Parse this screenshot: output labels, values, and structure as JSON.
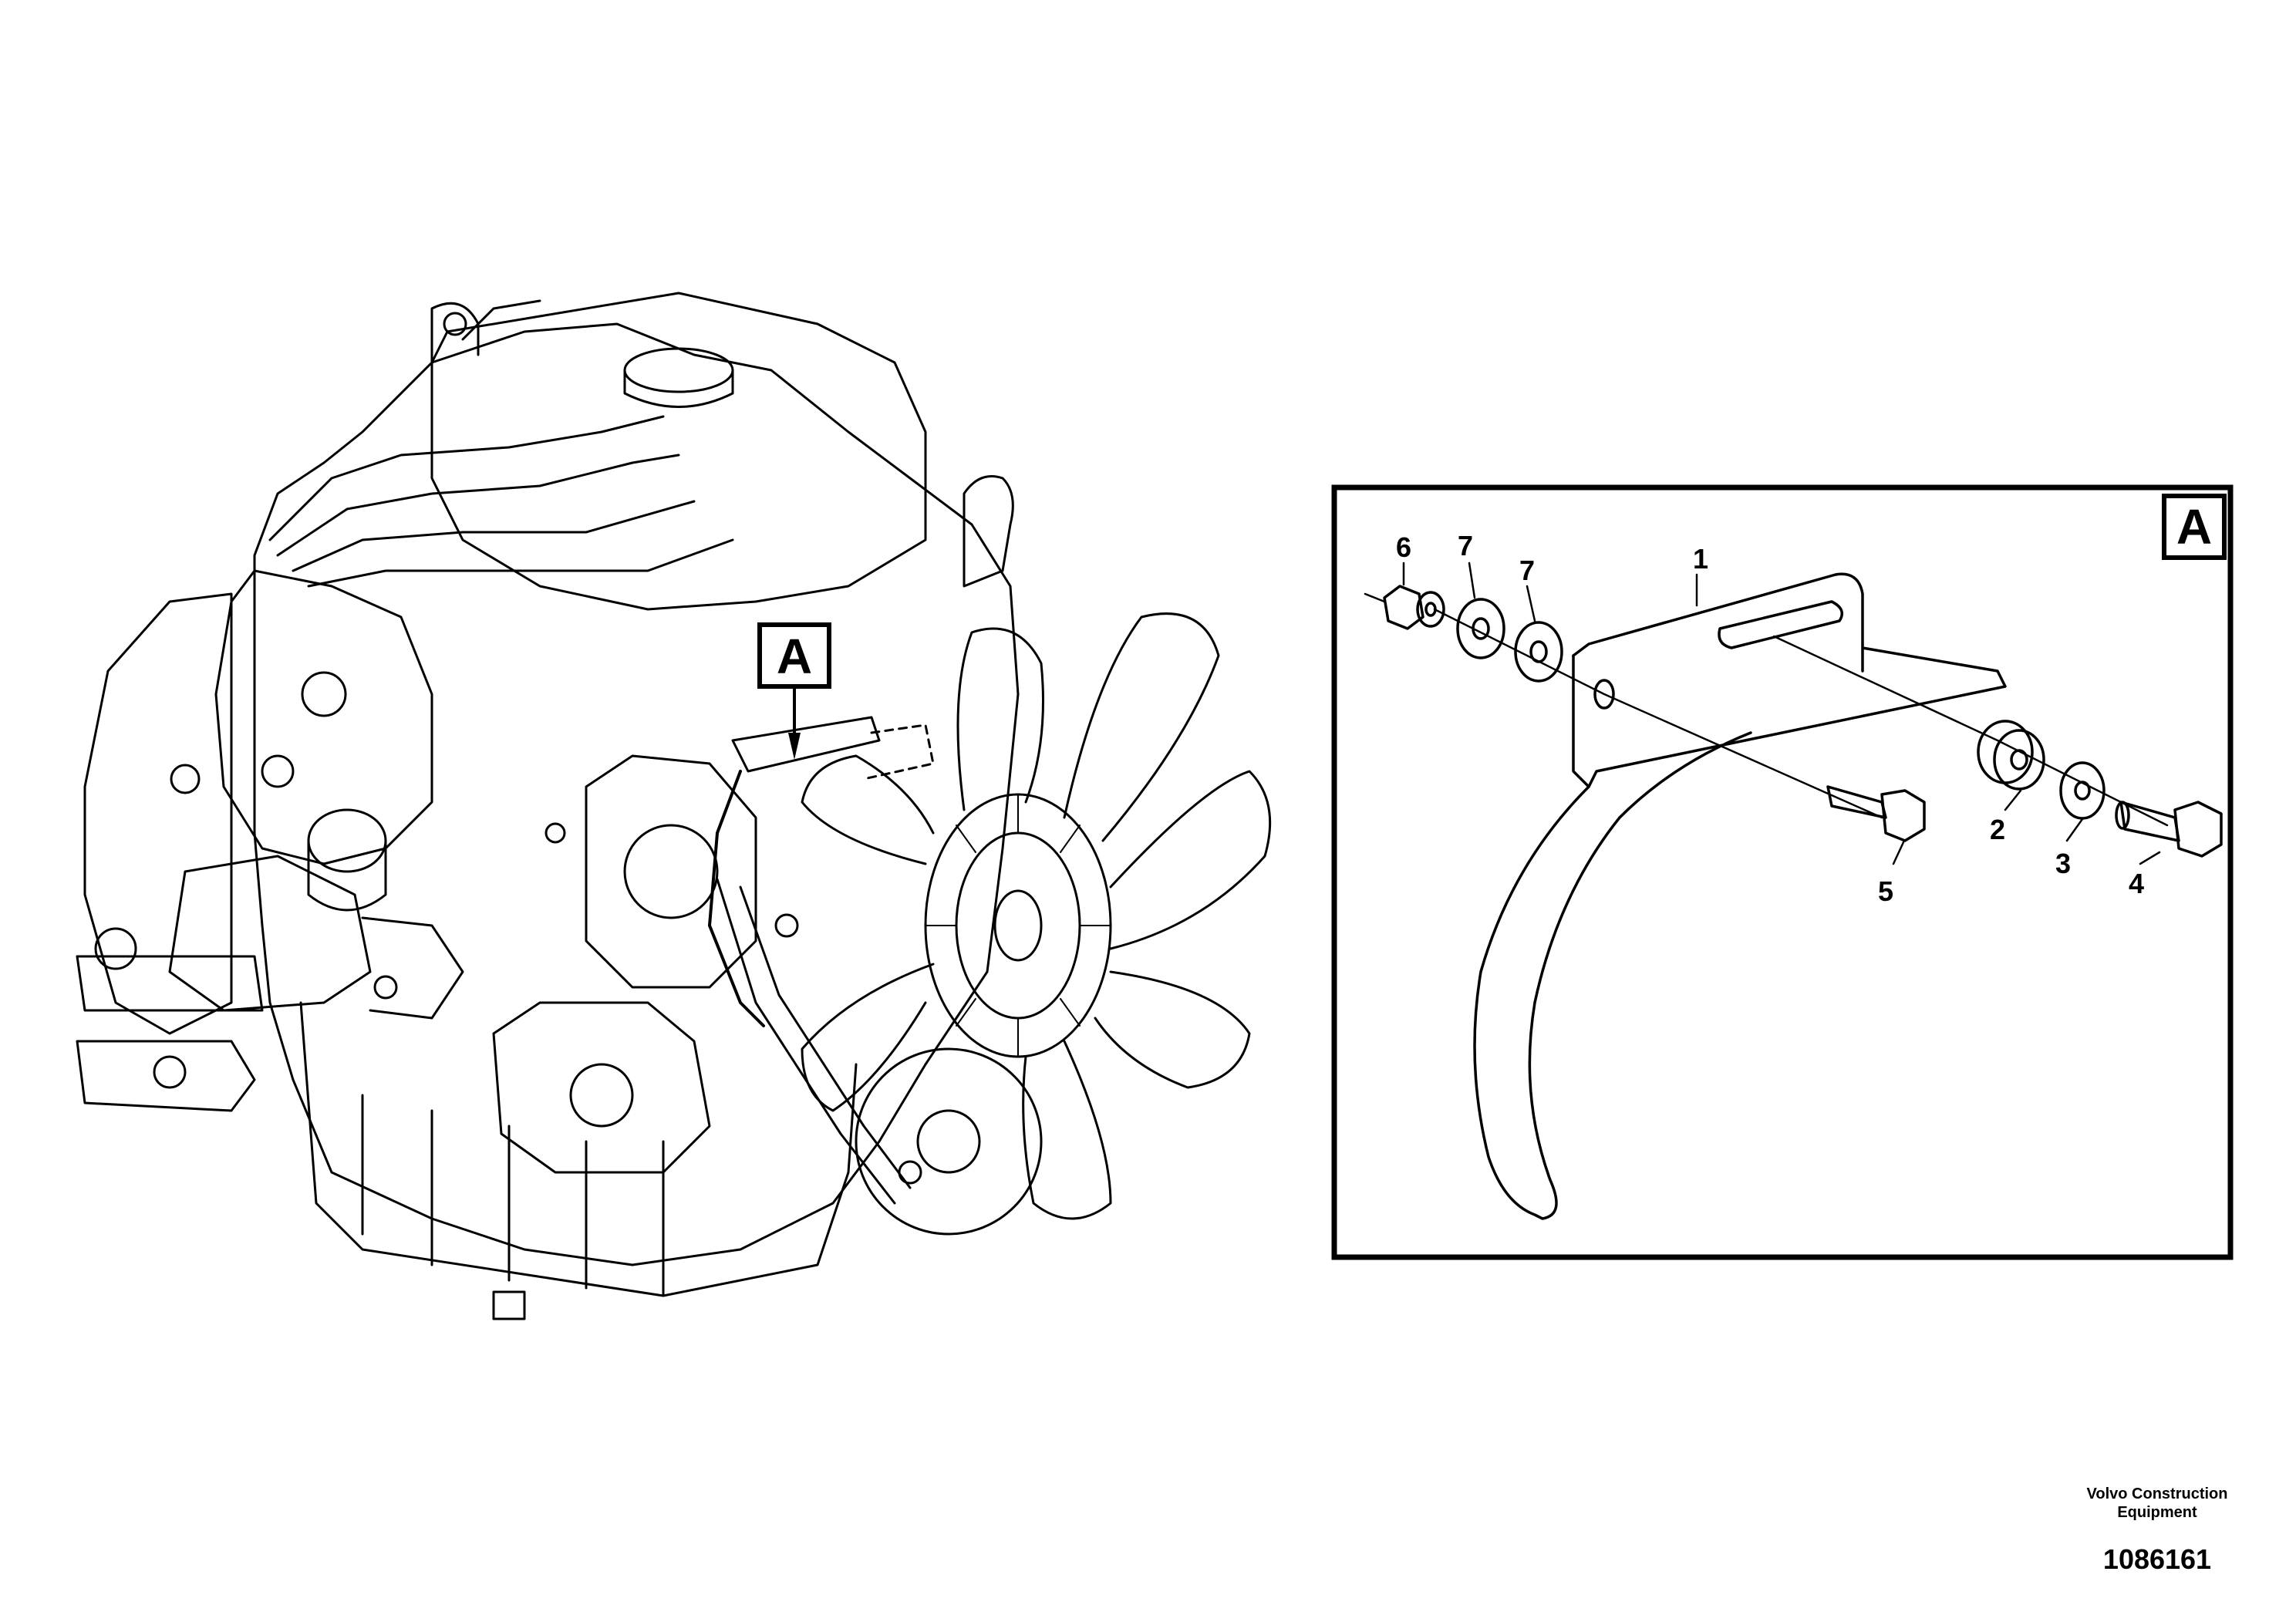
{
  "diagram": {
    "detail_label": "A",
    "engine_callout": "A",
    "parts": [
      {
        "ref": "1"
      },
      {
        "ref": "2"
      },
      {
        "ref": "3"
      },
      {
        "ref": "4"
      },
      {
        "ref": "5"
      },
      {
        "ref": "6"
      },
      {
        "ref": "7"
      },
      {
        "ref": "7"
      }
    ]
  },
  "footer": {
    "brand_line1": "Volvo Construction",
    "brand_line2": "Equipment",
    "drawing_number": "1086161"
  }
}
